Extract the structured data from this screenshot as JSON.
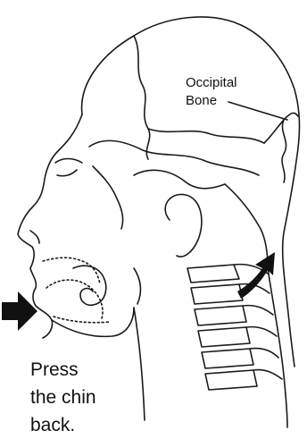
{
  "labels": {
    "occipital_bone": [
      "Occipital",
      "Bone"
    ]
  },
  "caption": [
    "Press",
    "the chin",
    "back."
  ],
  "colors": {
    "ink": "#111111",
    "arrow_fill": "#111111",
    "background": "#ffffff"
  }
}
